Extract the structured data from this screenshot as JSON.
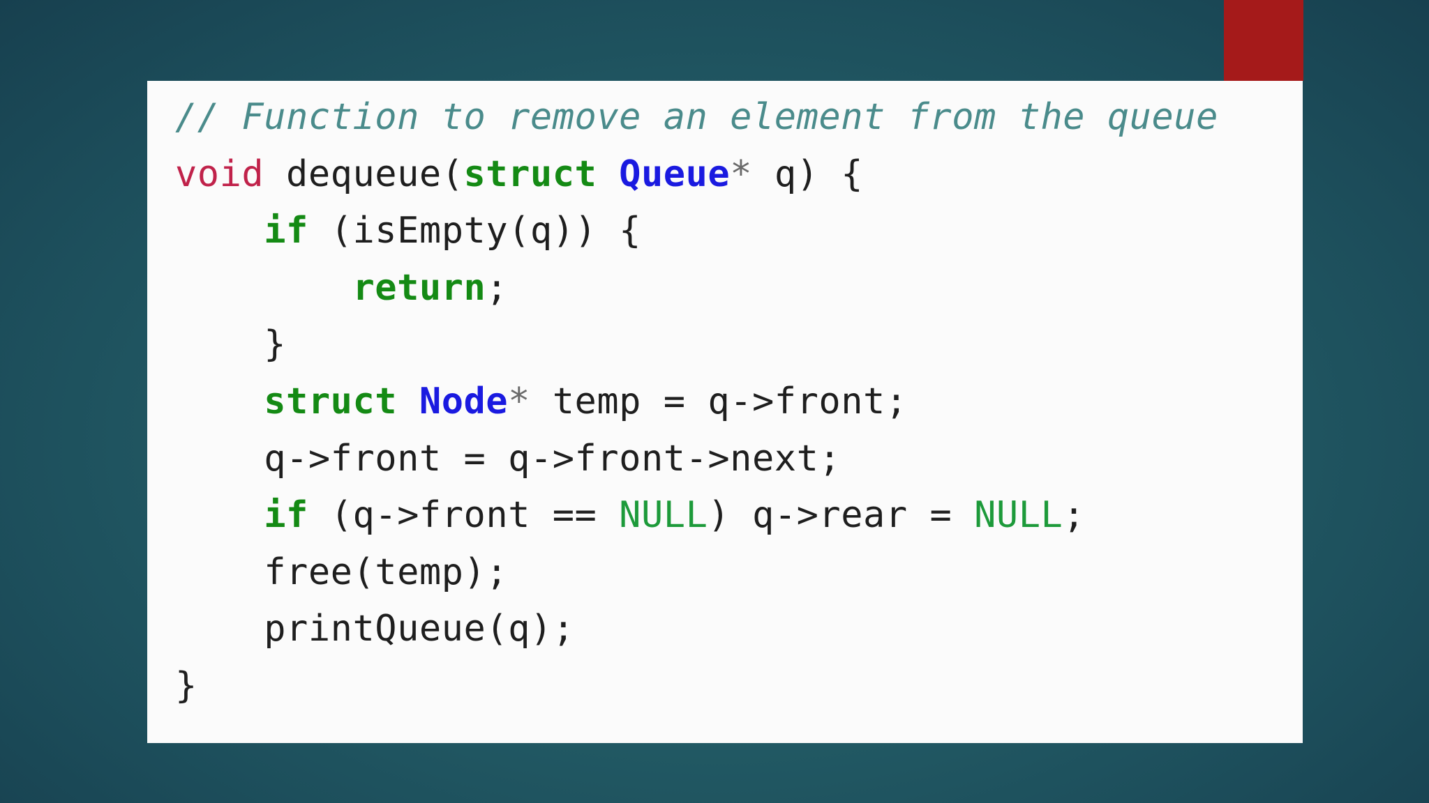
{
  "colors": {
    "background": "#245f68",
    "accent_bar": "#a51a1a",
    "panel": "#fbfbfb",
    "comment": "#4a8b8b",
    "type_keyword": "#c0224a",
    "keyword": "#148a14",
    "class_name": "#1a1ae0",
    "constant": "#1d9a3a",
    "text": "#1e1e1e"
  },
  "code": {
    "language": "C",
    "lines": [
      {
        "tokens": [
          {
            "t": "// Function to remove an element from the queue",
            "c": "comment"
          }
        ]
      },
      {
        "tokens": [
          {
            "t": "void",
            "c": "type"
          },
          {
            "t": " dequeue(",
            "c": "plain"
          },
          {
            "t": "struct",
            "c": "kw"
          },
          {
            "t": " ",
            "c": "plain"
          },
          {
            "t": "Queue",
            "c": "class"
          },
          {
            "t": "*",
            "c": "op"
          },
          {
            "t": " q) {",
            "c": "plain"
          }
        ]
      },
      {
        "tokens": [
          {
            "t": "    ",
            "c": "plain"
          },
          {
            "t": "if",
            "c": "kw"
          },
          {
            "t": " (isEmpty(q)) {",
            "c": "plain"
          }
        ]
      },
      {
        "tokens": [
          {
            "t": "        ",
            "c": "plain"
          },
          {
            "t": "return",
            "c": "kw"
          },
          {
            "t": ";",
            "c": "plain"
          }
        ]
      },
      {
        "tokens": [
          {
            "t": "    }",
            "c": "plain"
          }
        ]
      },
      {
        "tokens": [
          {
            "t": "    ",
            "c": "plain"
          },
          {
            "t": "struct",
            "c": "kw"
          },
          {
            "t": " ",
            "c": "plain"
          },
          {
            "t": "Node",
            "c": "class"
          },
          {
            "t": "*",
            "c": "op"
          },
          {
            "t": " temp = q->front;",
            "c": "plain"
          }
        ]
      },
      {
        "tokens": [
          {
            "t": "    q->front = q->front->next;",
            "c": "plain"
          }
        ]
      },
      {
        "tokens": [
          {
            "t": "    ",
            "c": "plain"
          },
          {
            "t": "if",
            "c": "kw"
          },
          {
            "t": " (q->front == ",
            "c": "plain"
          },
          {
            "t": "NULL",
            "c": "const"
          },
          {
            "t": ") q->rear = ",
            "c": "plain"
          },
          {
            "t": "NULL",
            "c": "const"
          },
          {
            "t": ";",
            "c": "plain"
          }
        ]
      },
      {
        "tokens": [
          {
            "t": "    free(temp);",
            "c": "plain"
          }
        ]
      },
      {
        "tokens": [
          {
            "t": "    printQueue(q);",
            "c": "plain"
          }
        ]
      },
      {
        "tokens": [
          {
            "t": "}",
            "c": "plain"
          }
        ]
      }
    ]
  }
}
